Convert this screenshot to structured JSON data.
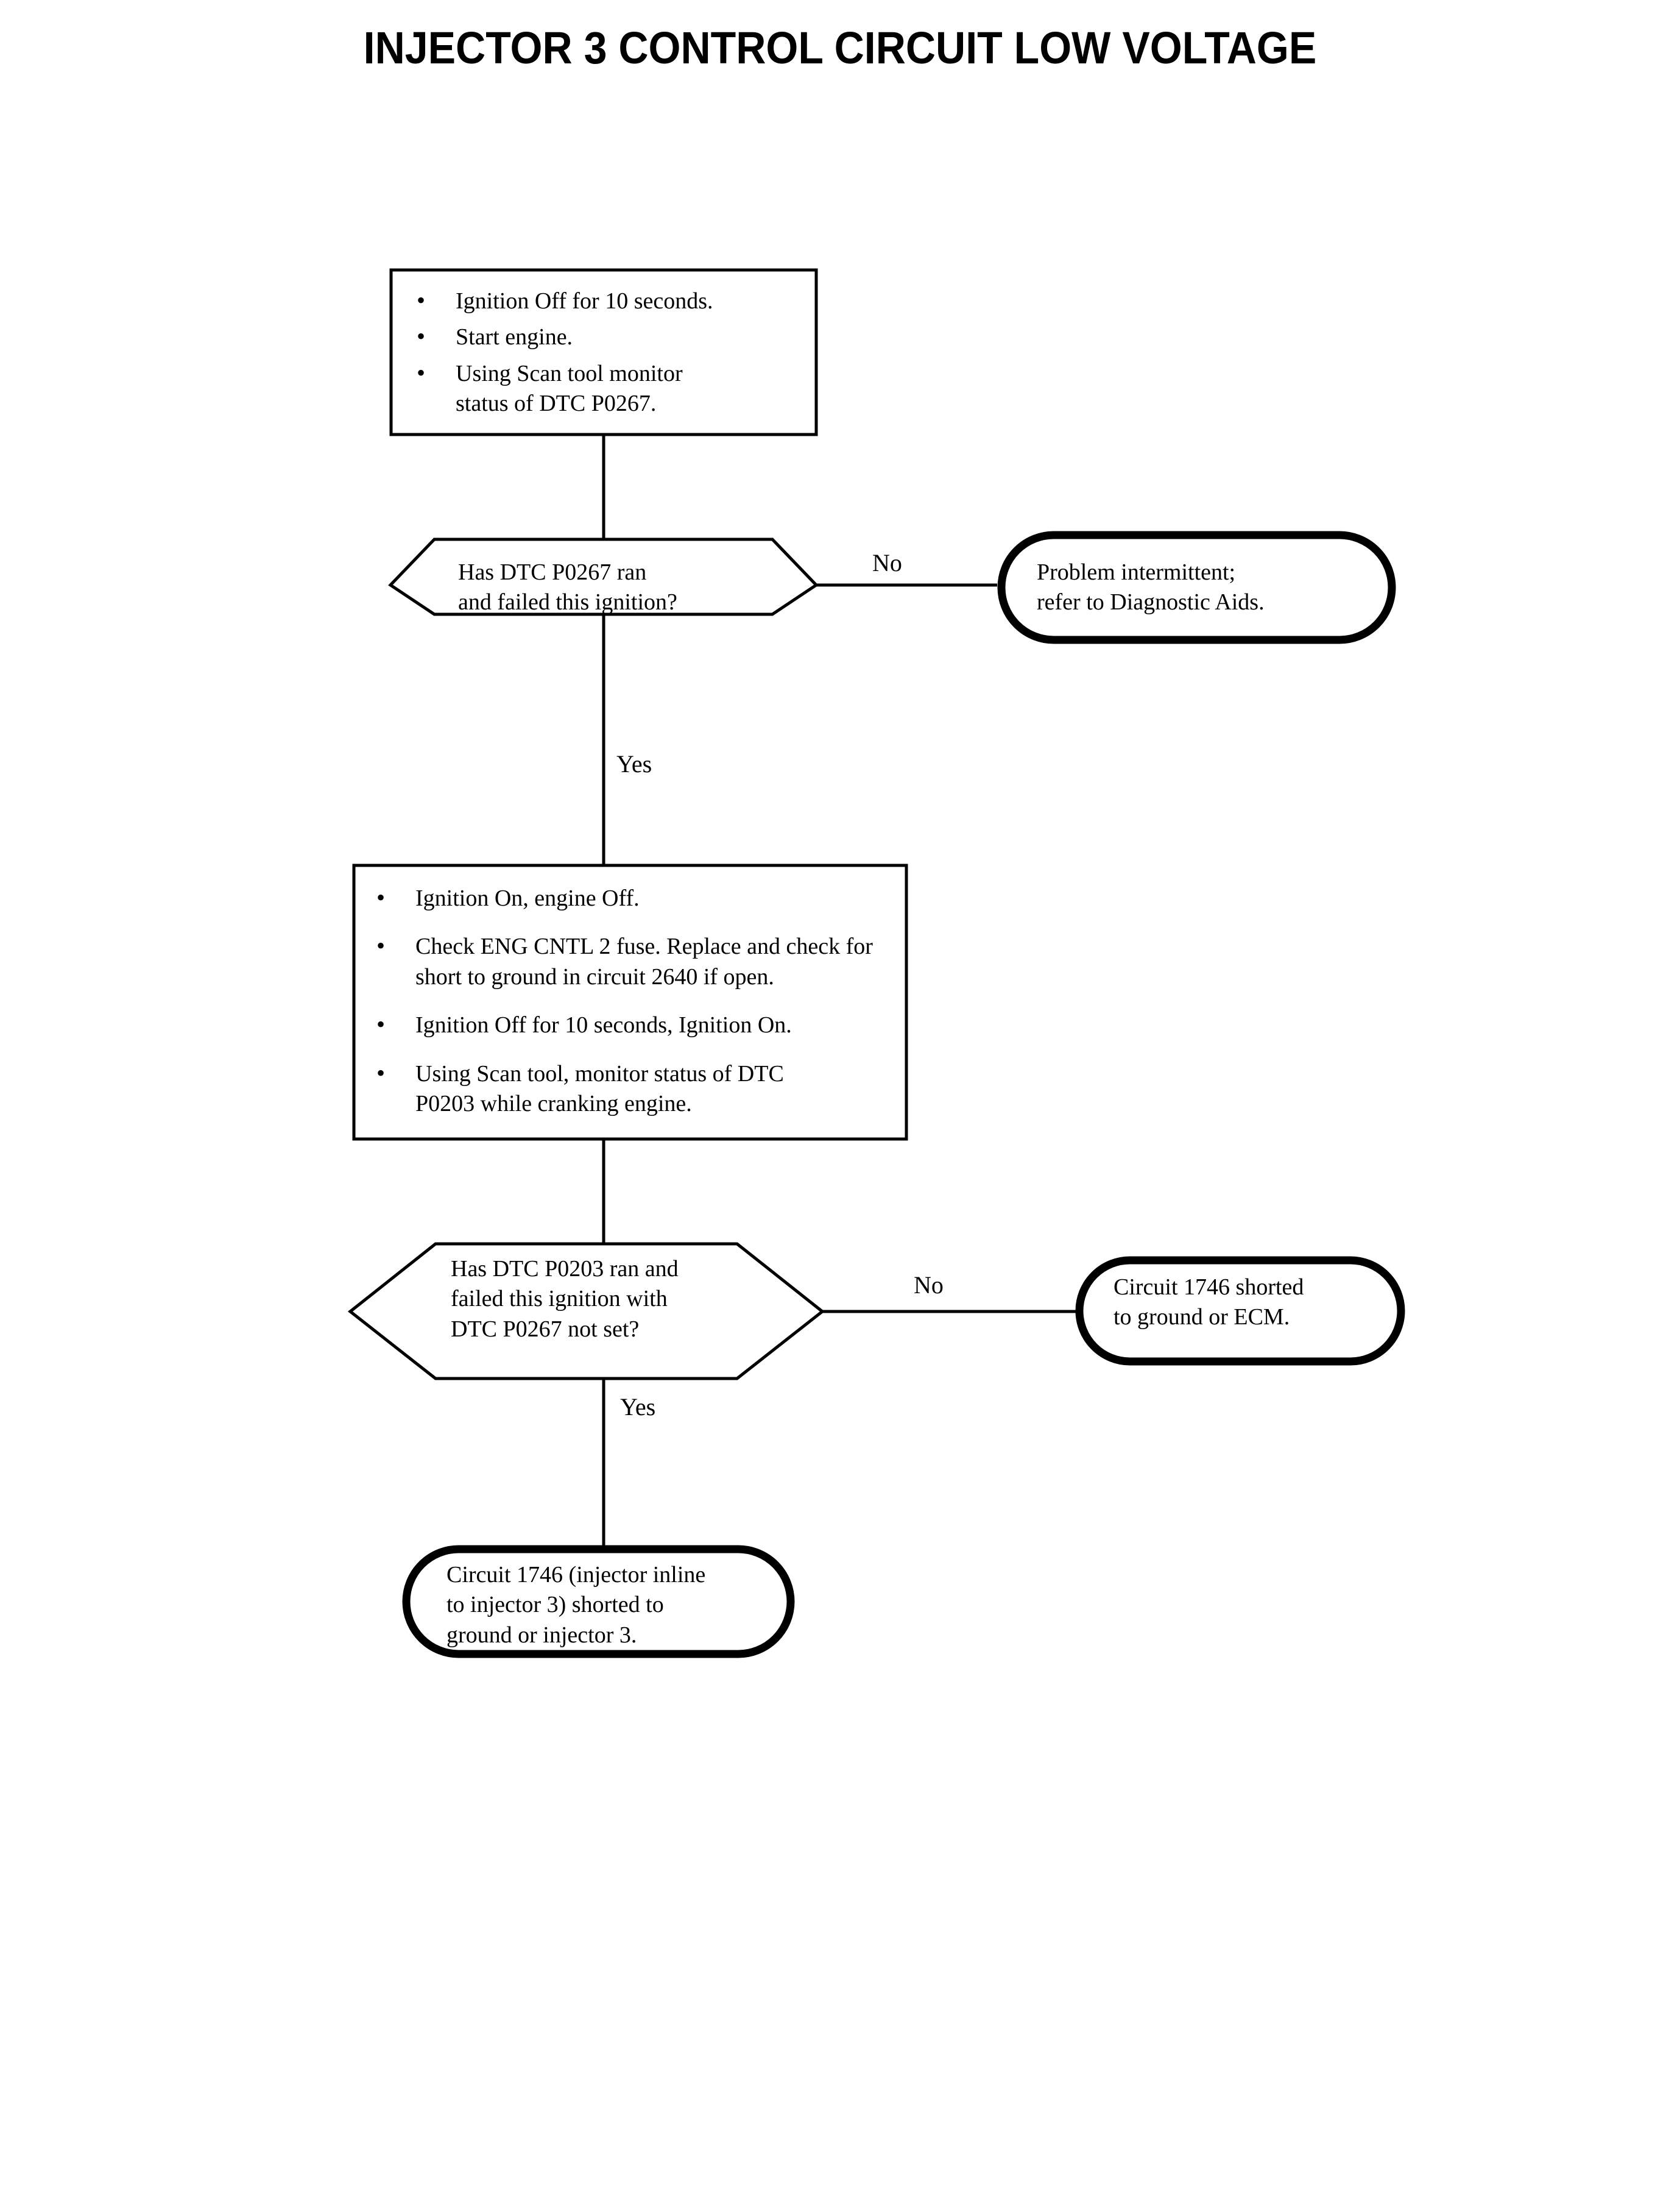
{
  "page": {
    "title": "INJECTOR 3 CONTROL CIRCUIT LOW VOLTAGE",
    "ink_color": "#000000",
    "background_color": "#ffffff"
  },
  "nodes": {
    "step1": {
      "type": "process",
      "bullets": [
        "Ignition Off for 10 seconds.",
        "Start engine.",
        "Using Scan tool monitor status of DTC P0267."
      ]
    },
    "decision1": {
      "type": "decision",
      "lines": [
        "Has DTC P0267 ran",
        "and failed this ignition?"
      ],
      "yes_label": "Yes",
      "no_label": "No"
    },
    "terminal1": {
      "type": "terminator",
      "lines": [
        "Problem intermittent;",
        "refer to Diagnostic Aids."
      ]
    },
    "step2": {
      "type": "process",
      "bullets": [
        "Ignition On, engine Off.",
        "Check ENG CNTL 2 fuse. Replace and check for short to ground in circuit 2640 if open.",
        "Ignition Off for 10 seconds, Ignition On.",
        "Using Scan tool, monitor status of DTC P0203 while cranking engine."
      ]
    },
    "decision2": {
      "type": "decision",
      "lines": [
        "Has DTC P0203 ran and",
        "failed this ignition with",
        "DTC P0267 not set?"
      ],
      "yes_label": "Yes",
      "no_label": "No"
    },
    "terminal2": {
      "type": "terminator",
      "lines": [
        "Circuit 1746 shorted",
        "to ground or ECM."
      ]
    },
    "terminal3": {
      "type": "terminator",
      "lines": [
        "Circuit 1746 (injector inline",
        "to injector 3) shorted to",
        "ground or injector 3."
      ]
    }
  },
  "flow": {
    "sequence": [
      "step1",
      "decision1",
      "step2",
      "decision2",
      "terminal3"
    ],
    "branches": [
      {
        "from": "decision1",
        "answer": "No",
        "to": "terminal1"
      },
      {
        "from": "decision1",
        "answer": "Yes",
        "to": "step2"
      },
      {
        "from": "decision2",
        "answer": "No",
        "to": "terminal2"
      },
      {
        "from": "decision2",
        "answer": "Yes",
        "to": "terminal3"
      }
    ]
  }
}
